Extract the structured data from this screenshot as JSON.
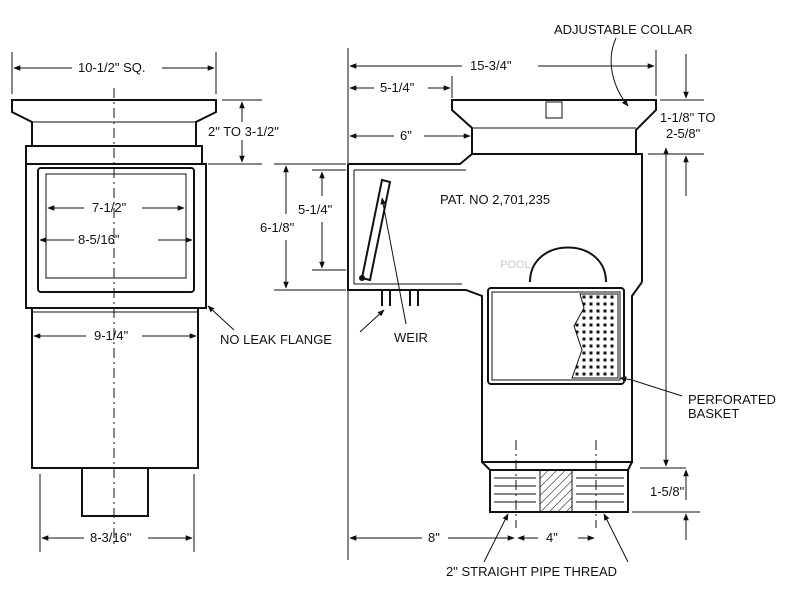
{
  "labels": {
    "top_width": "10-1/2\" SQ.",
    "collar_height": "2\" TO 3-1/2\"",
    "opening_inner": "7-1/2\"",
    "opening_outer": "8-5/16\"",
    "body_width": "9-1/4\"",
    "bottom_width": "8-3/16\"",
    "no_leak_flange": "NO LEAK FLANGE",
    "overall_length": "15-3/4\"",
    "adjustable_collar": "ADJUSTABLE COLLAR",
    "front_offset_1": "5-1/4\"",
    "front_offset_2": "6\"",
    "collar_adjust_1": "1-1/8\" TO",
    "collar_adjust_2": "2-5/8\"",
    "throat_outer": "6-1/8\"",
    "throat_inner": "5-1/4\"",
    "patent": "PAT. NO 2,701,235",
    "weir": "WEIR",
    "perforated_1": "PERFORATED",
    "perforated_2": "BASKET",
    "thread_length": "1-5/8\"",
    "port_offset": "8\"",
    "port_spacing": "4\"",
    "pipe_thread": "2\" STRAIGHT PIPE THREAD",
    "watermark": "POOL"
  },
  "colors": {
    "ink": "#111111",
    "watermark": "#c9cdd3",
    "background": "#ffffff"
  }
}
